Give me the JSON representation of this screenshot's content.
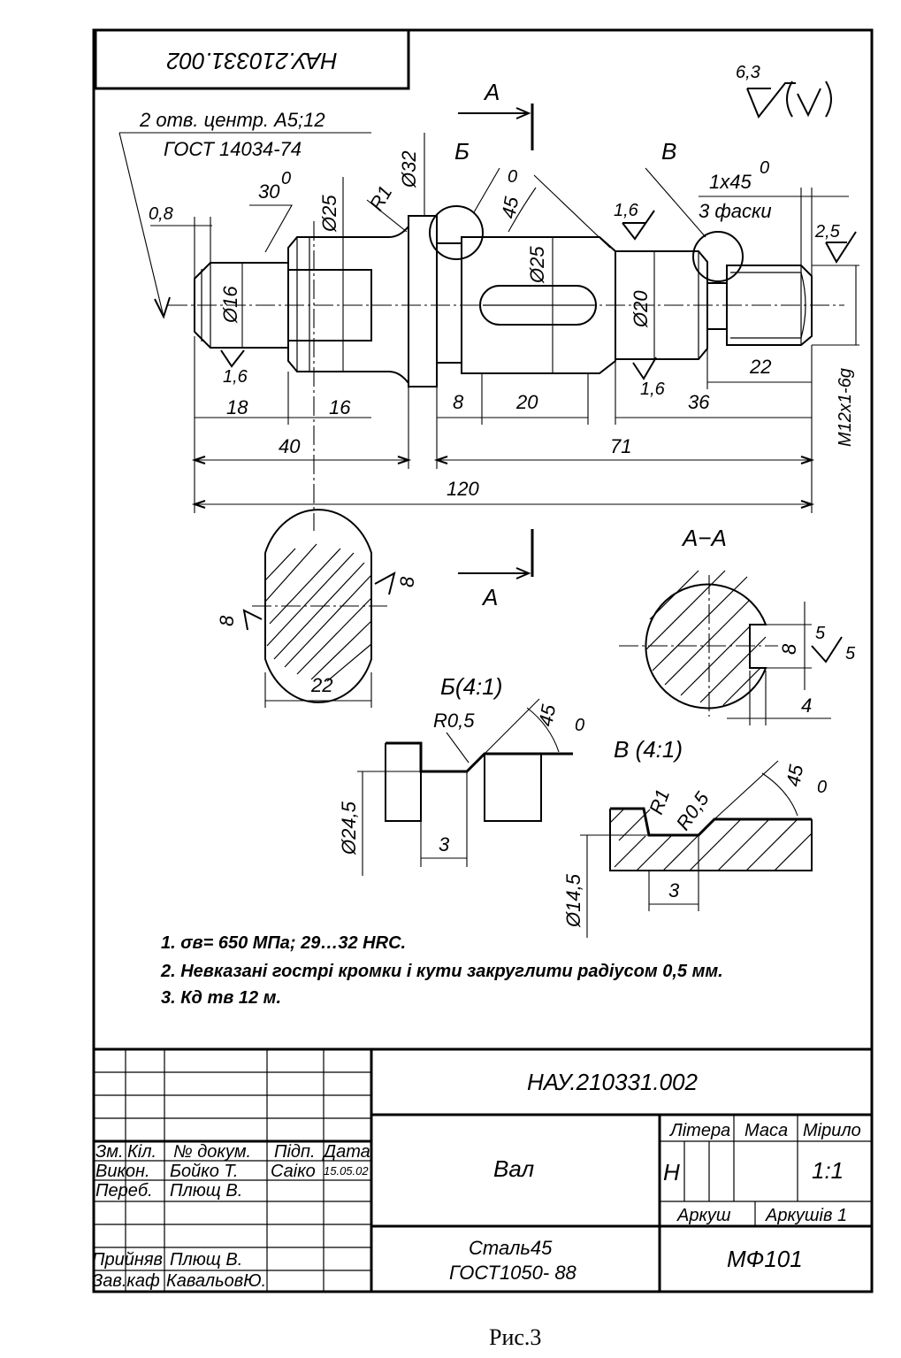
{
  "doc_code_mirrored": "НАУ.210331.002",
  "roughness_general": "6,3",
  "centre_holes": {
    "line1": "2 отв. центр. А5;12",
    "line2": "ГОСТ 14034-74"
  },
  "section_marks": {
    "a": "А",
    "b": "Б",
    "v": "В"
  },
  "dims": {
    "chamfer_08": "0,8",
    "angle_30": "30",
    "deg": "0",
    "dia_25_left": "Ø25",
    "r1": "R1",
    "dia_32": "Ø32",
    "angle_45": "45",
    "rough_16_a": "1,6",
    "chamfers": "1x45",
    "chamfers_3": "3 фаски",
    "rough_25": "2,5",
    "dia_16": "Ø16",
    "dia_25_mid": "Ø25",
    "dia_20": "Ø20",
    "thread": "M12x1-6g",
    "rough_16_b": "1,6",
    "rough_16_c": "1,6",
    "d18": "18",
    "d16": "16",
    "d8": "8",
    "d20": "20",
    "d36": "36",
    "d22": "22",
    "d40": "40",
    "d71": "71",
    "d120": "120"
  },
  "flat_section": {
    "rough_right": "8",
    "rough_left": "8",
    "width": "22"
  },
  "section_aa": {
    "title": "А−А",
    "key_depth": "8",
    "key_rough": "5",
    "key_rough2": "5",
    "key_width": "4"
  },
  "detail_b": {
    "title": "Б(4:1)",
    "radius": "R0,5",
    "angle": "45",
    "deg": "0",
    "dia": "Ø24,5",
    "len": "3"
  },
  "detail_v": {
    "title": "В (4:1)",
    "r1": "R1",
    "r05": "R0,5",
    "angle": "45",
    "deg": "0",
    "dia": "Ø14,5",
    "len": "3"
  },
  "notes": [
    "1. σв= 650 МПа; 29…32 HRC.",
    "2. Невказані гострі кромки і кути закруглити радіусом 0,5 мм.",
    "3.  Кд тв 12 м."
  ],
  "title_block": {
    "doc_code": "НАУ.210331.002",
    "part_name": "Вал",
    "material_1": "Сталь45",
    "material_2": "ГОСТ1050- 88",
    "org": "МФ101",
    "col_litera": "Літера",
    "col_masa": "Маса",
    "col_mirylo": "Мірило",
    "litera_value": "Н",
    "scale_value": "1:1",
    "arkush": "Аркуш",
    "arkushiv": "Аркушів 1",
    "h_zm": "Зм.",
    "h_kil": "Кіл.",
    "h_dokum": "№ докум.",
    "h_pidp": "Підп.",
    "h_data": "Дата",
    "r_vykon": "Викон.",
    "r_vykon_name": "Бойко Т.",
    "r_vykon_sign": "Саіко",
    "r_vykon_date": "15.05.02",
    "r_pereb": "Переб.",
    "r_pereb_name": "Плющ В.",
    "r_pryin": "Прийняв",
    "r_pryin_name": "Плющ В.",
    "r_zav": "Зав.каф",
    "r_zav_name": "КавальовЮ."
  },
  "caption": "Рис.3"
}
